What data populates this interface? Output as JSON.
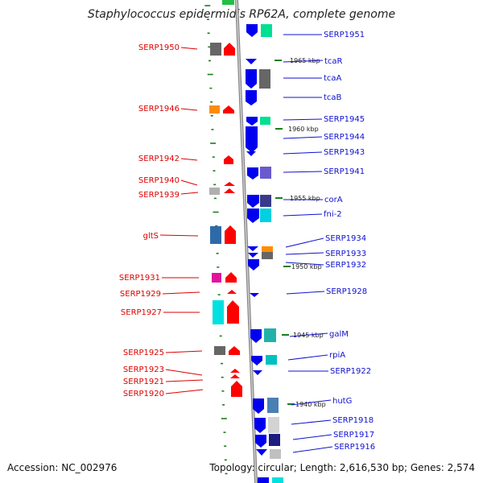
{
  "title": "Staphylococcus epidermidis RP62A, complete genome",
  "accession": "Accession: NC_002976",
  "topology": "Topology: circular; Length: 2,616,530 bp; Genes: 2,574",
  "colors": {
    "backbone": "#888888",
    "forward_label": "#dd0000",
    "reverse_label": "#1010d0",
    "forward_arrow": "#ff0000",
    "reverse_arrow": "#0000ee",
    "tick": "#1a7f1a"
  },
  "scale_marks": [
    "1965 kbp",
    "1960 kbp",
    "1955 kbp",
    "1950 kbp",
    "1945 kbp",
    "1940 kbp"
  ],
  "forward_labels": [
    "SERP1950",
    "SERP1946",
    "SERP1942",
    "SERP1940",
    "SERP1939",
    "gltS",
    "SERP1931",
    "SERP1929",
    "SERP1927",
    "SERP1925",
    "SERP1923",
    "SERP1921",
    "SERP1920"
  ],
  "reverse_labels": [
    "SERP1951",
    "tcaR",
    "tcaA",
    "tcaB",
    "SERP1945",
    "SERP1944",
    "SERP1943",
    "SERP1941",
    "corA",
    "fni-2",
    "SERP1934",
    "SERP1933",
    "SERP1932",
    "SERP1928",
    "galM",
    "rpiA",
    "SERP1922",
    "hutG",
    "SERP1918",
    "SERP1917",
    "SERP1916"
  ]
}
